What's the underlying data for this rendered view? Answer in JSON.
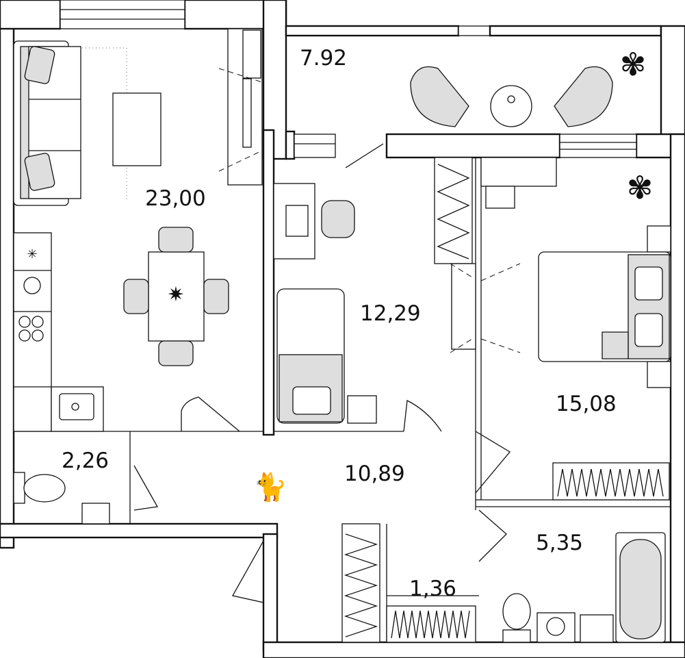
{
  "plan": {
    "rooms": [
      {
        "id": "living-kitchen",
        "area": "23,00"
      },
      {
        "id": "balcony",
        "area": "7.92"
      },
      {
        "id": "bedroom-small",
        "area": "12,29"
      },
      {
        "id": "bedroom-main",
        "area": "15,08"
      },
      {
        "id": "wc",
        "area": "2,26"
      },
      {
        "id": "hall",
        "area": "10,89"
      },
      {
        "id": "bathroom",
        "area": "5,35"
      },
      {
        "id": "storage",
        "area": "1,36"
      }
    ]
  },
  "colors": {
    "wall": "#111111",
    "furniture_fill": "#dedede",
    "background": "#ffffff"
  },
  "icons": [
    "sofa-icon",
    "armchair-icon",
    "dining-table-icon",
    "stove-icon",
    "sink-icon",
    "toilet-icon",
    "bathtub-icon",
    "washing-machine-icon",
    "bed-icon",
    "desk-icon",
    "plant-icon",
    "cat-icon",
    "wardrobe-icon"
  ]
}
